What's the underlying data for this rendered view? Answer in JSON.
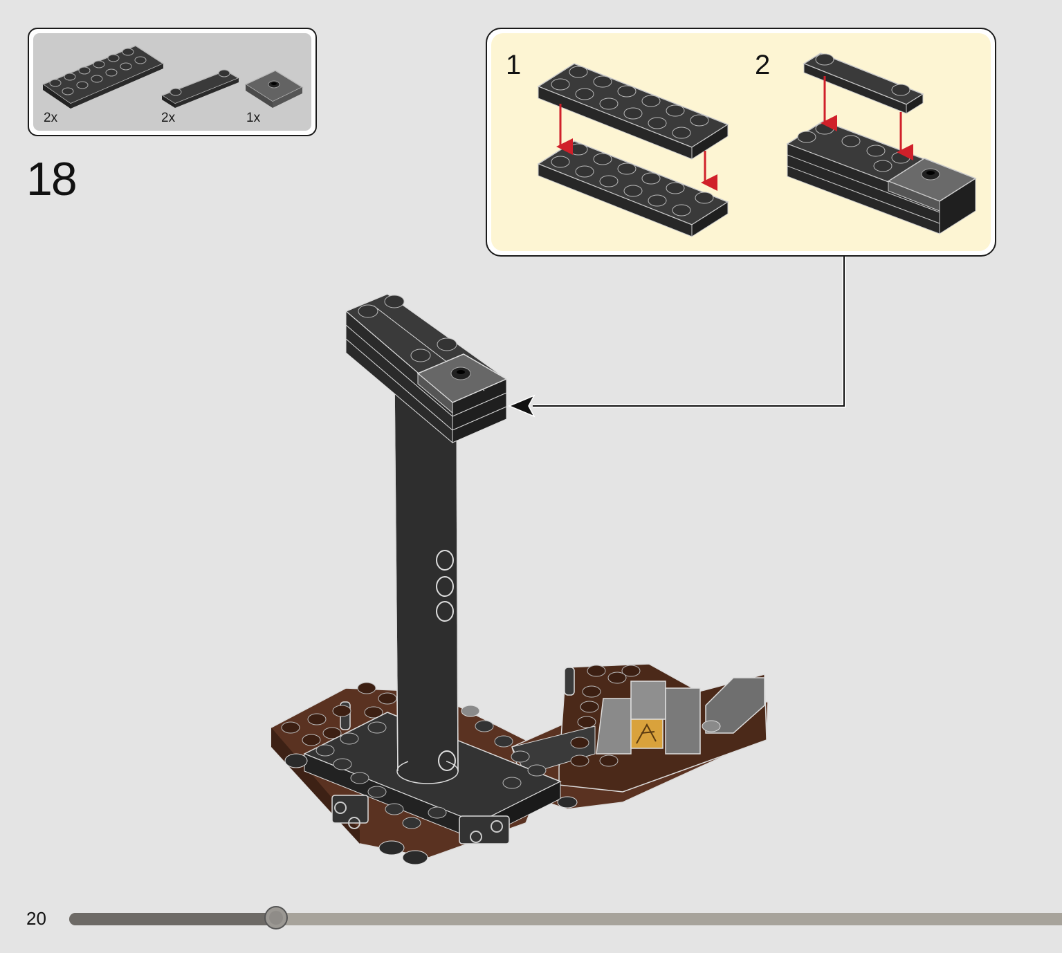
{
  "parts_callout": {
    "items": [
      {
        "part": "plate-2x6-black",
        "quantity": "2x"
      },
      {
        "part": "plate-1x4-black",
        "quantity": "2x"
      },
      {
        "part": "tile-2x2-center-stud-dark-gray",
        "quantity": "1x"
      }
    ]
  },
  "step": {
    "number": "18"
  },
  "subassembly": {
    "steps": [
      {
        "label": "1"
      },
      {
        "label": "2"
      }
    ]
  },
  "footer": {
    "page_number": "20",
    "progress": 0.21
  },
  "colors": {
    "background": "#e4e4e4",
    "callout_fill": "#fdf5d3",
    "brick_black": "#2e2e2e",
    "brick_dark_gray": "#5e5e5e",
    "brick_brown": "#5a3221",
    "arrow_red": "#d0202a"
  }
}
